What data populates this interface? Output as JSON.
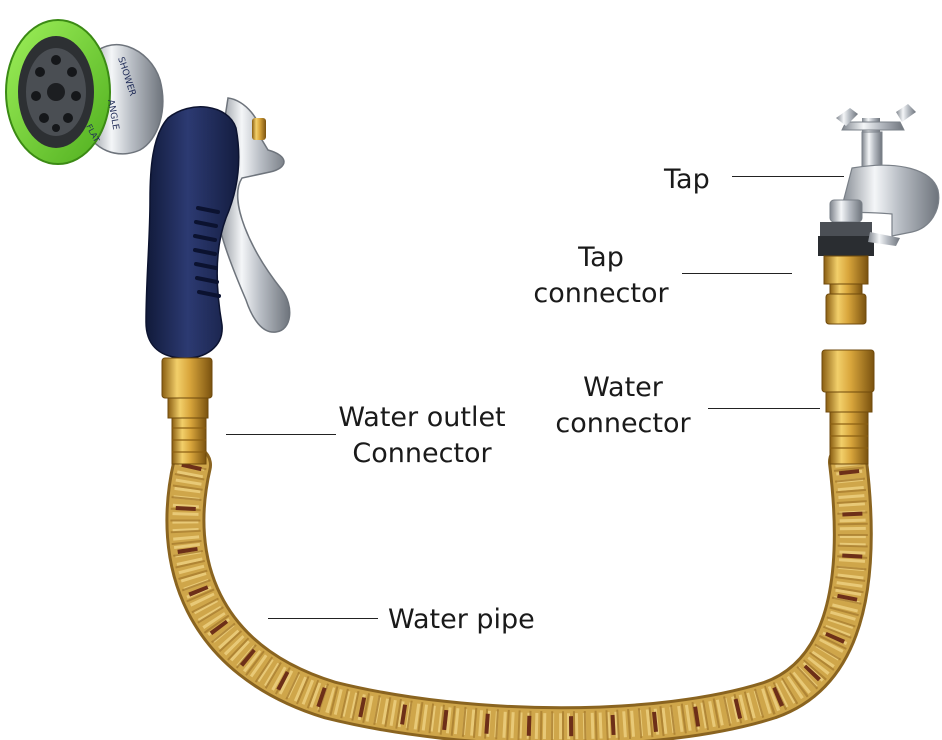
{
  "colors": {
    "hose_braid": "#c9a246",
    "hose_stripe": "#7a3a1c",
    "brass": "#d4a63a",
    "grip_navy": "#1f2b57",
    "nozzle_green": "#7fd93a",
    "chrome": "#c8ccd2",
    "label_text": "#1a1a1a"
  },
  "nozzle_ring": {
    "text_1": "SHOWER",
    "text_2": "ANGLE",
    "text_3": "FLAT"
  },
  "labels": {
    "tap": "Tap",
    "tap_connector_line1": "Tap",
    "tap_connector_line2": "connector",
    "water_connector_line1": "Water",
    "water_connector_line2": "connector",
    "water_outlet_line1": "Water outlet",
    "water_outlet_line2": "Connector",
    "water_pipe": "Water pipe"
  },
  "icons": {
    "spray_gun": "spray-gun-icon",
    "tap": "tap-icon",
    "tap_connector": "tap-connector-icon",
    "water_connector": "water-connector-icon",
    "outlet_connector": "outlet-connector-icon",
    "hose": "braided-hose-icon"
  }
}
